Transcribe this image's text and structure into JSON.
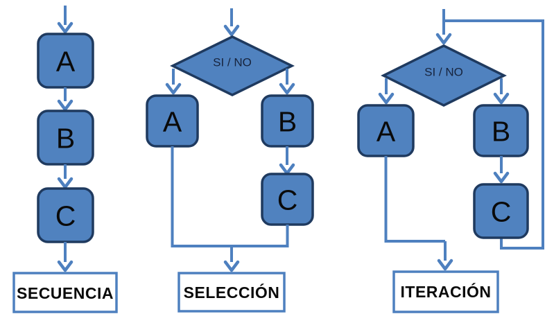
{
  "colors": {
    "background": "#ffffff",
    "shape_fill": "#5082bf",
    "shape_border": "#1f3a5f",
    "connector": "#4e80bf",
    "label_border": "#4e80bf",
    "label_fill": "#ffffff",
    "node_text": "#0a0a0a",
    "decision_text": "#17243d"
  },
  "diagrams": {
    "sequence": {
      "label": "SECUENCIA",
      "nodes": [
        "A",
        "B",
        "C"
      ]
    },
    "selection": {
      "label": "SELECCIÓN",
      "decision": "SI / NO",
      "nodes": [
        "A",
        "B",
        "C"
      ]
    },
    "iteration": {
      "label": "ITERACIÓN",
      "decision": "SI / NO",
      "nodes": [
        "A",
        "B",
        "C"
      ]
    }
  }
}
